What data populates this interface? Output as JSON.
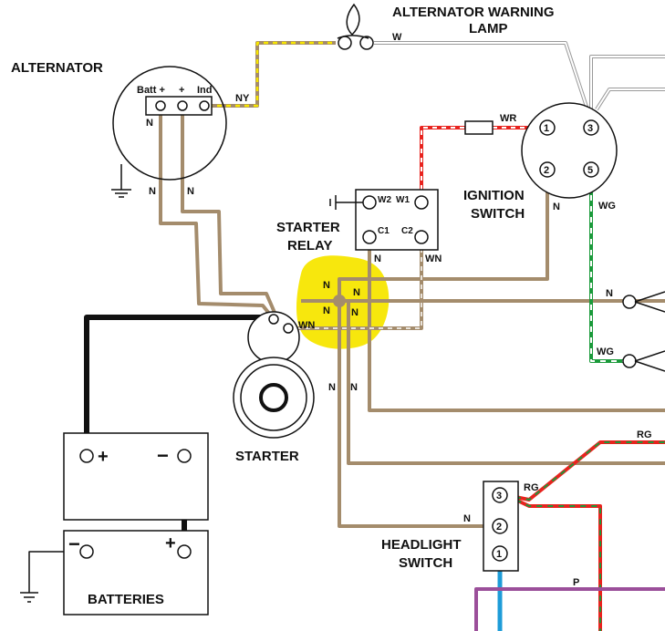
{
  "components": {
    "alternator_warning_lamp": "ALTERNATOR WARNING\nLAMP",
    "alternator": "ALTERNATOR",
    "ignition_switch": "IGNITION\nSWITCH",
    "starter_relay": "STARTER\nRELAY",
    "starter": "STARTER",
    "batteries": "BATTERIES",
    "headlight_switch": "HEADLIGHT\nSWITCH"
  },
  "terminals": {
    "alternator_batt": "Batt +",
    "alternator_plus": "+",
    "alternator_ind": "Ind",
    "relay_w2": "W2",
    "relay_w1": "W1",
    "relay_c1": "C1",
    "relay_c2": "C2",
    "ignition_1": "1",
    "ignition_2": "2",
    "ignition_3": "3",
    "ignition_5": "5",
    "headlight_1": "1",
    "headlight_2": "2",
    "headlight_3": "3",
    "battery_pos": "+",
    "battery_neg": "−"
  },
  "wire_codes": {
    "w": "W",
    "ny": "NY",
    "wr": "WR",
    "n": "N",
    "wn": "WN",
    "wg": "WG",
    "rg": "RG",
    "p": "P"
  },
  "colors": {
    "brown": "#a48c6c",
    "black": "#111111",
    "yellow_highlight": "#f7e600",
    "red": "#e8231e",
    "green": "#1a9a3a",
    "blue": "#1e9cd8",
    "purple": "#9b4f9a",
    "grey": "#9a9a9a"
  }
}
